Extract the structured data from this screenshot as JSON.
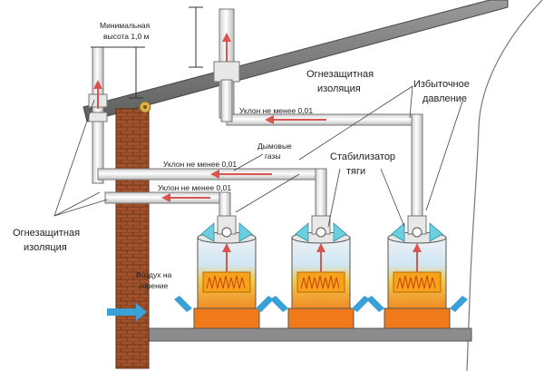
{
  "labels": {
    "min_height_line1": "Минимальная",
    "min_height_line2": "высота 1,0 м",
    "fire_insulation_top_line1": "Огнезащитная",
    "fire_insulation_top_line2": "изоляция",
    "overpressure_line1": "Избыточное",
    "overpressure_line2": "давление",
    "slope_top": "Уклон не менее 0,01",
    "flue_gases_line1": "Дымовые",
    "flue_gases_line2": "газы",
    "slope_mid": "Уклон не менее 0,01",
    "draft_stabilizer_line1": "Стабилизатор",
    "draft_stabilizer_line2": "тяги",
    "slope_low": "Уклон не менее 0,01",
    "fire_insulation_left_line1": "Огнезащитная",
    "fire_insulation_left_line2": "изоляция",
    "combustion_air_line1": "Воздух на",
    "combustion_air_line2": "горение"
  },
  "colors": {
    "brick": "#a0522d",
    "brick_mortar": "#6b2f12",
    "pipe_fill": "#f4f4f4",
    "pipe_stroke": "#666666",
    "roof": "#7f7f7f",
    "floor": "#8c8c8c",
    "arrow_red": "#d9534f",
    "air_blue": "#3aa0d8",
    "flame": "#f7a21b",
    "tank_top": "#e6e6e6",
    "stabilizer_cyan": "#6ccfe0"
  }
}
